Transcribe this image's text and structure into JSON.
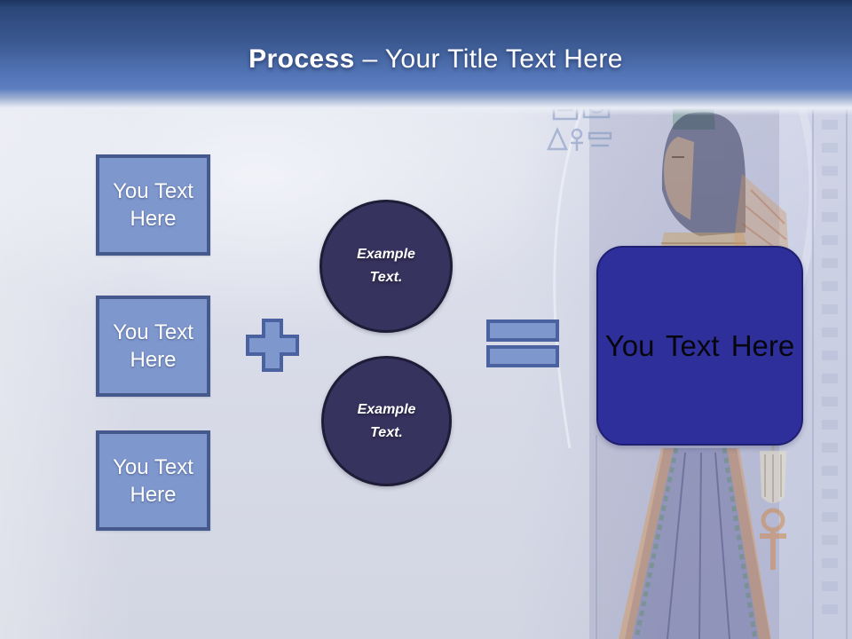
{
  "slide": {
    "title": {
      "keyword": "Process",
      "rest": "– Your Title Text Here"
    },
    "process_boxes": [
      {
        "label": "You Text Here"
      },
      {
        "label": "You Text Here"
      },
      {
        "label": "You Text Here"
      }
    ],
    "operators": {
      "plus_icon": "plus",
      "equals_icon": "equals"
    },
    "example_circles": [
      {
        "label": "Example Text."
      },
      {
        "label": "Example Text."
      }
    ],
    "result_box": {
      "label": "You Text Here"
    },
    "background": {
      "artwork": "egyptian-queen-painting"
    },
    "colors": {
      "header_top": "#1d3560",
      "header_bottom": "#5d7fc0",
      "body_background": "#d8dbe7",
      "shape_fill": "#7e97cd",
      "shape_border": "#46598c",
      "circle_fill": "#37335f",
      "circle_border": "#1f1c38",
      "result_fill": "#2f2f9b",
      "result_border": "#1f1f72",
      "title_text": "#ffffff",
      "box_text": "#ffffff",
      "circle_text": "#ffffff",
      "result_text": "#06060e"
    }
  }
}
